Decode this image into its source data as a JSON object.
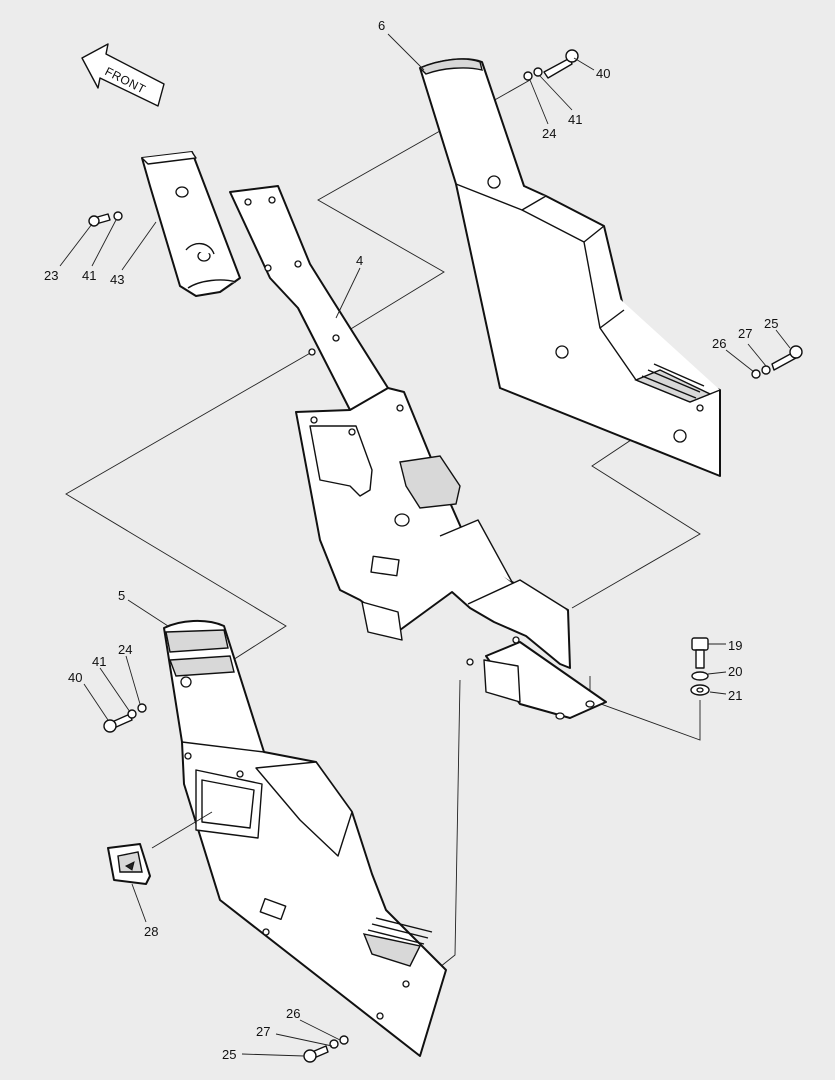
{
  "diagram": {
    "front_label": "FRONT",
    "callouts": {
      "c6": "6",
      "c40_top": "40",
      "c24_top": "24",
      "c41_top": "41",
      "c23": "23",
      "c41_left": "41",
      "c43": "43",
      "c4": "4",
      "c27_right": "27",
      "c25_right": "25",
      "c26_right": "26",
      "c5": "5",
      "c41_mid": "41",
      "c24_mid": "24",
      "c40_mid": "40",
      "c19": "19",
      "c20": "20",
      "c21": "21",
      "c28": "28",
      "c26_bottom": "26",
      "c27_bottom": "27",
      "c25_bottom": "25"
    }
  }
}
